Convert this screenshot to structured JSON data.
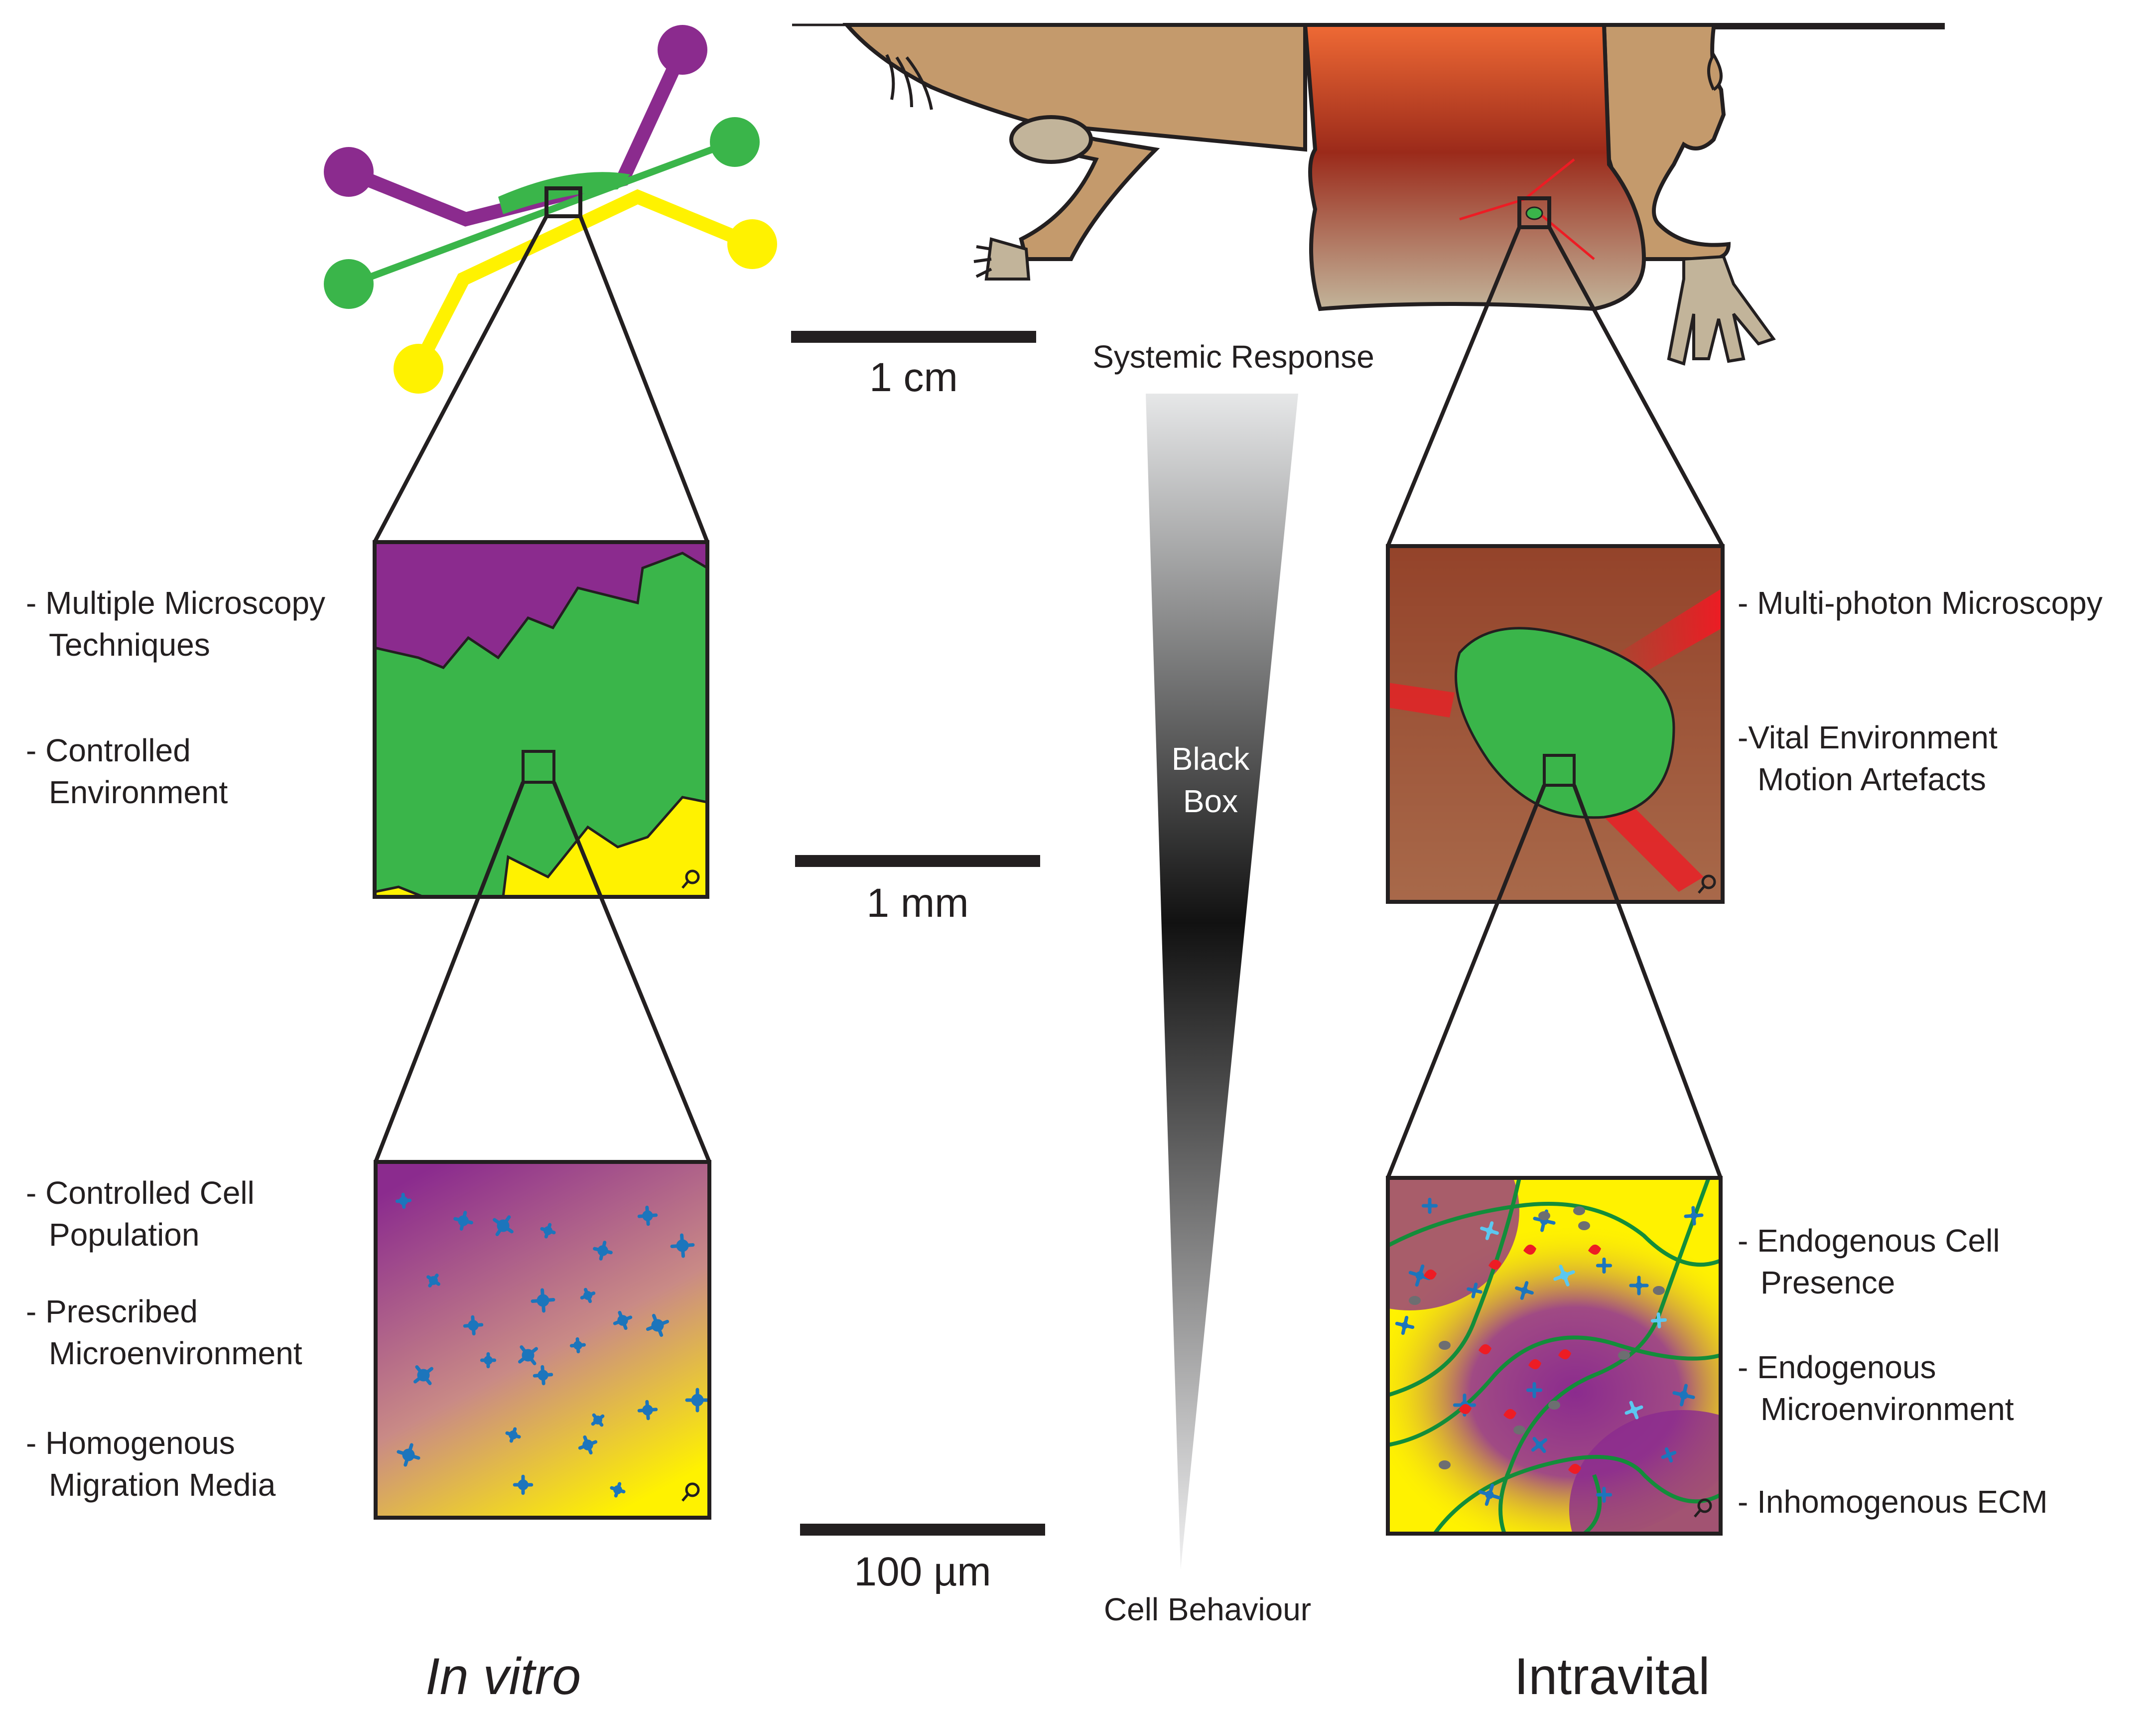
{
  "colors": {
    "purple": "#8b2b8e",
    "green": "#3ab54a",
    "yellow": "#fff200",
    "tissue_brown": "#a0522d",
    "mouse_fur": "#c49a6c",
    "cell_blue": "#1c75bc",
    "vessel_red": "#ed1c24",
    "ecm_green": "#138d3a",
    "outline": "#231f20"
  },
  "scale_bars": [
    "1 cm",
    "1 mm",
    "100 µm"
  ],
  "gradient": {
    "top_label": "Systemic Response",
    "middle_label_line1": "Black",
    "middle_label_line2": "Box",
    "bottom_label": "Cell Behaviour"
  },
  "in_vitro": {
    "title": "In vitro",
    "mid_notes": [
      {
        "line1": "- Multiple Microscopy",
        "line2": "Techniques"
      },
      {
        "line1": "- Controlled",
        "line2": "Environment"
      }
    ],
    "low_notes": [
      {
        "line1": "- Controlled Cell",
        "line2": "Population"
      },
      {
        "line1": "- Prescribed",
        "line2": "Microenvironment"
      },
      {
        "line1": "- Homogenous",
        "line2": "Migration Media"
      }
    ]
  },
  "intravital": {
    "title": "Intravital",
    "mid_notes": [
      {
        "line1": "- Multi-photon Microscopy",
        "line2": ""
      },
      {
        "line1": "-Vital Environment",
        "line2": "Motion Artefacts"
      }
    ],
    "low_notes": [
      {
        "line1": "- Endogenous Cell",
        "line2": "Presence"
      },
      {
        "line1": "- Endogenous",
        "line2": "Microenvironment"
      },
      {
        "line1": "- Inhomogenous ECM",
        "line2": ""
      }
    ]
  },
  "icons": [
    "microfluidic-chip-icon",
    "mouse-icon",
    "magnifier-icon"
  ]
}
